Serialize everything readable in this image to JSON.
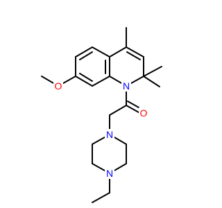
{
  "molecule": {
    "atoms": {
      "o_methoxy": {
        "symbol": "O",
        "color": "#ff0000"
      },
      "n_ring": {
        "symbol": "N",
        "color": "#0000ff"
      },
      "o_carbonyl": {
        "symbol": "O",
        "color": "#ff0000"
      },
      "n_pip_top": {
        "symbol": "N",
        "color": "#0000ff"
      },
      "n_pip_bottom": {
        "symbol": "N",
        "color": "#0000ff"
      }
    },
    "bond_color": "#000000"
  }
}
